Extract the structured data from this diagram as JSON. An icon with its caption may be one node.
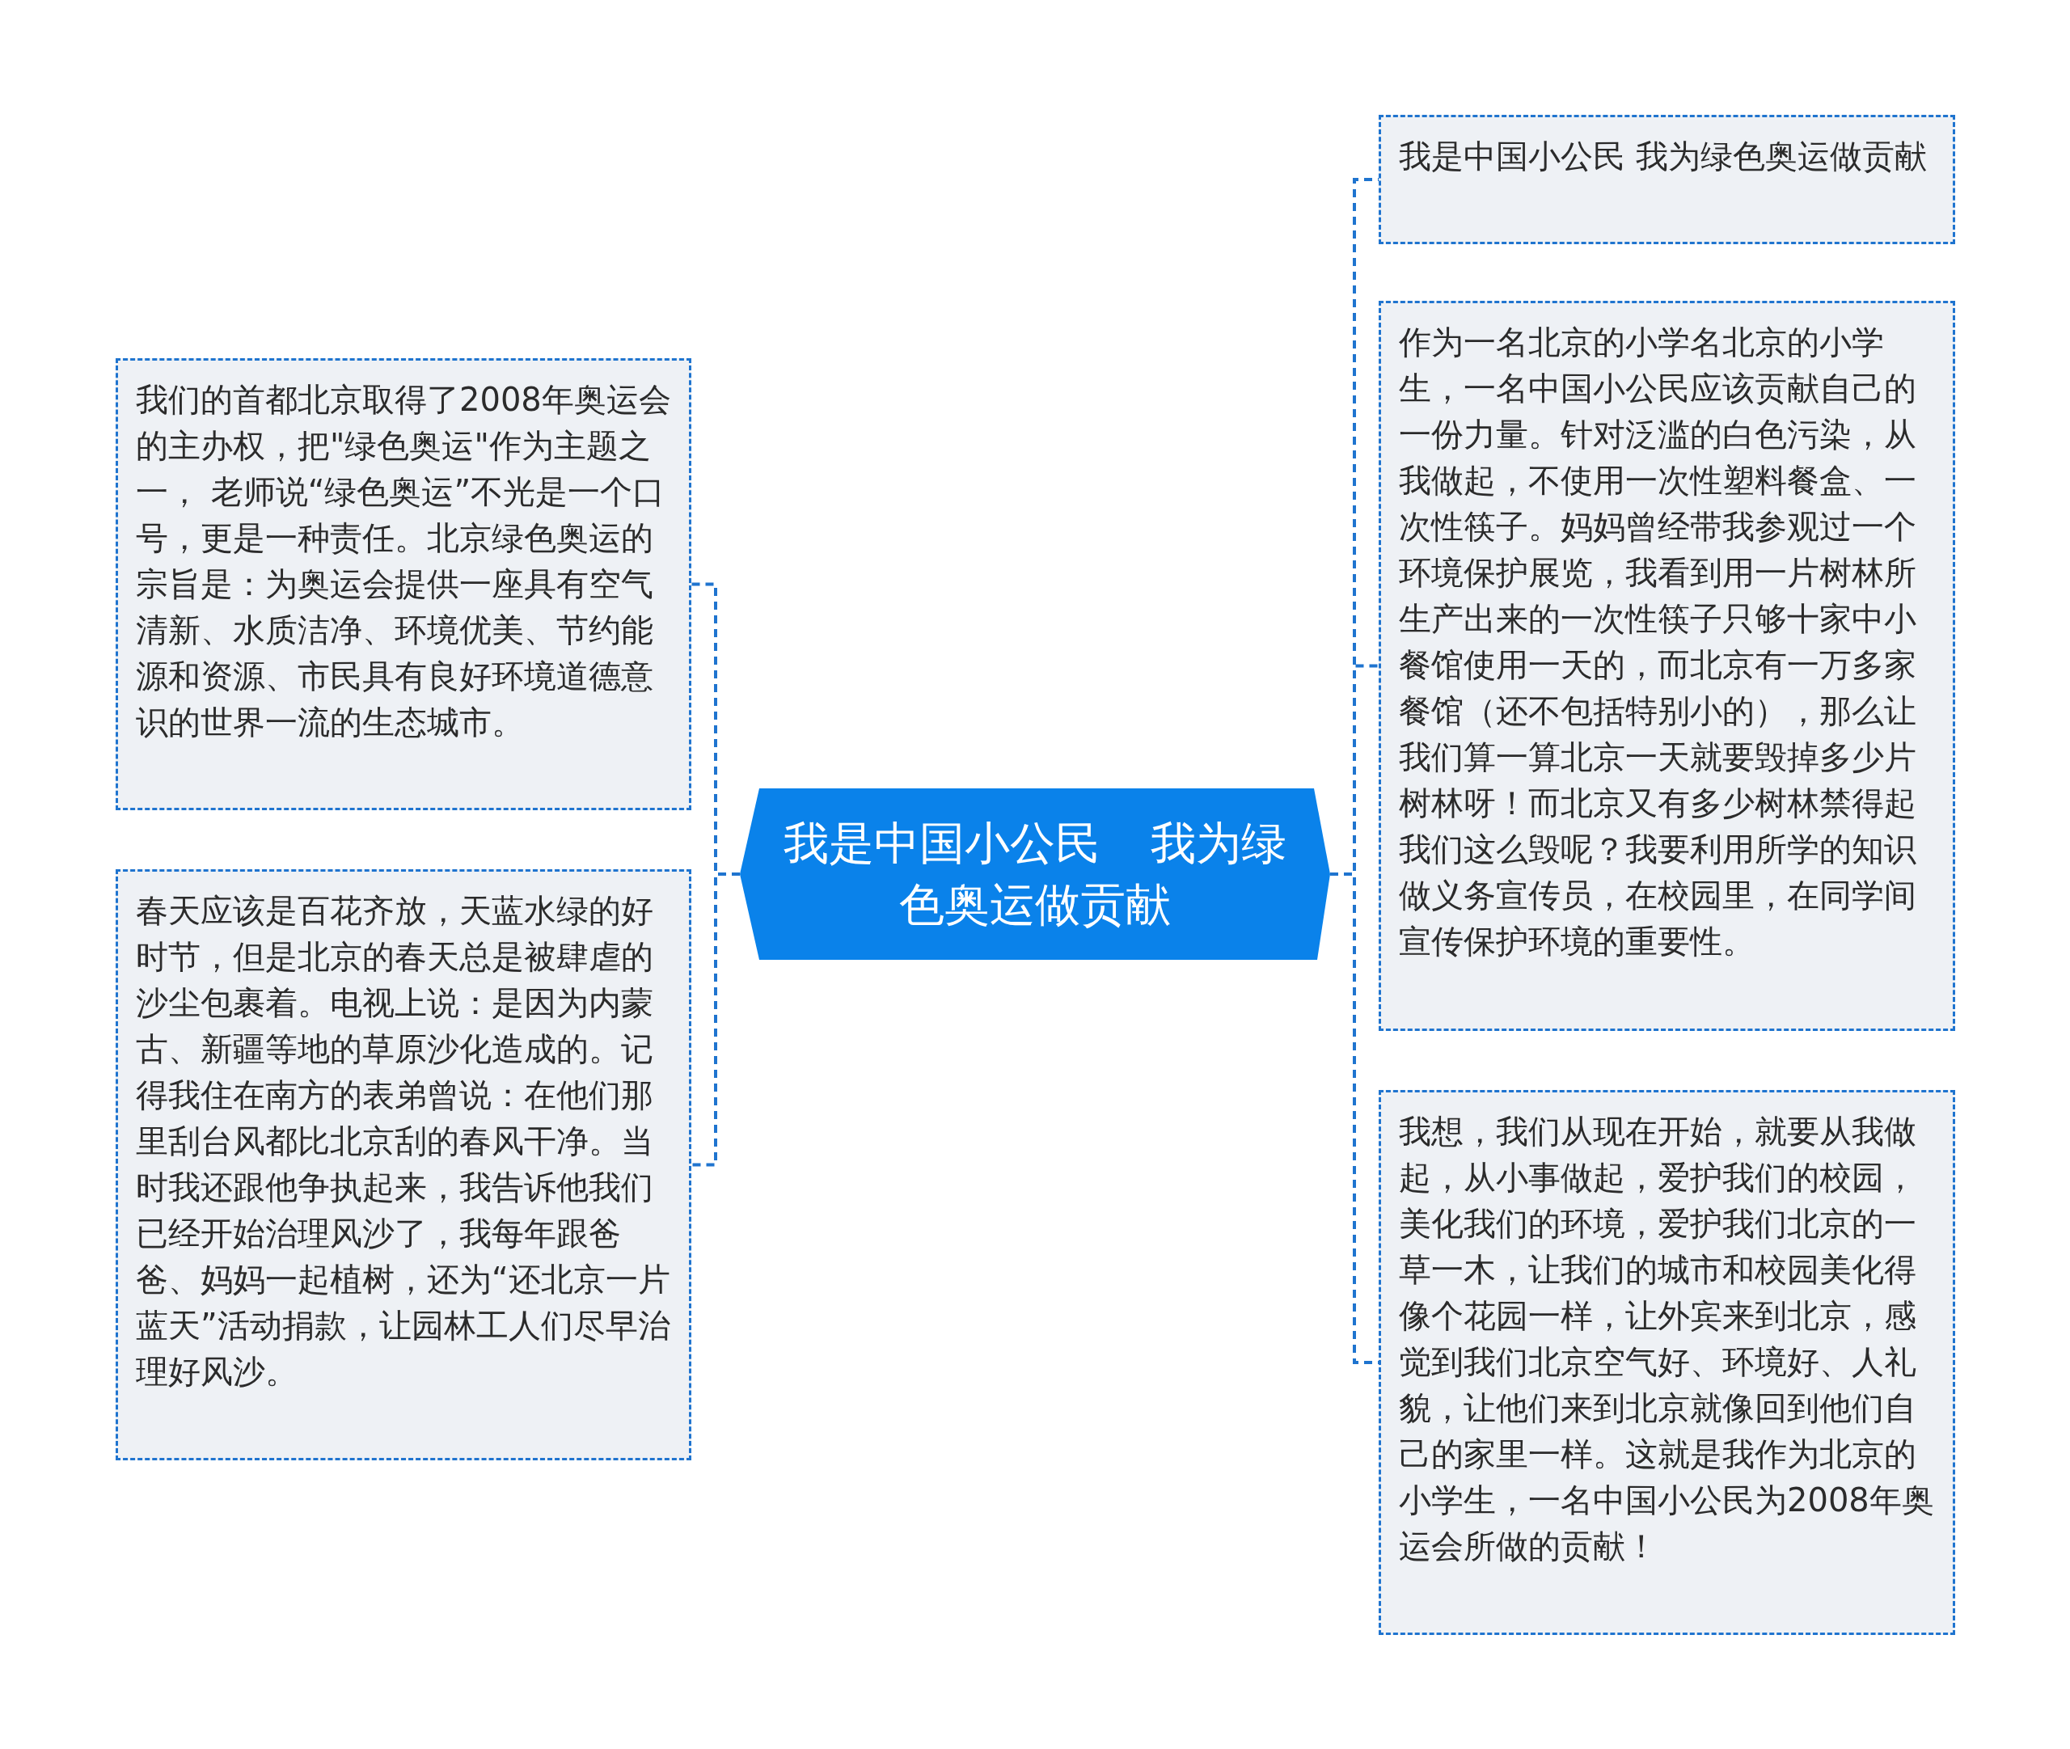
{
  "diagram": {
    "nodes": [
      {
        "text": [
          "我是中国小公民 我为绿色奥运做贡献"
        ]
      },
      {
        "text": [
          "我们的首都北京取得了2008年奥运会的主办权，把\"绿色奥运\"作为主题之一， 老师说“绿色奥运”不光是一个口号，更是一种责任。北京绿色奥运的宗旨是：为奥运会提供一座具有空气清新、水质洁净、环境优美、节约能源和资源、市民具有良好环境道德意识的世界一流的生态城市。"
        ]
      },
      {
        "text": [
          "春天应该是百花齐放，天蓝水绿的好时节，但是北京的春天总是被肆虐的沙尘包裹着。电视上说：是因为内蒙古、新疆等地的草原沙化造成的。记得我住在南方的表弟曾说：在他们那里刮台风都比北京刮的春风干净。当时我还跟他争执起来，我告诉他我们已经开始治理风沙了，我每年跟爸爸、妈妈一起植树，还为“还北京一片蓝天”活动捐款，让园林工人们尽早治理好风沙。"
        ]
      },
      {
        "text": [
          "我是中国小公民 我为绿色奥运做贡献"
        ]
      },
      {
        "text": [
          "作为一名北京的小学名北京的小学生，一名中国小公民应该贡献自己的一份力量。针对泛滥的白色污染，从我做起，不使用一次性塑料餐盒、一次性筷子。妈妈曾经带我参观过一个环境保护展览，我看到用一片树林所生产出来的一次性筷子只够十家中小餐馆使用一天的，而北京有一万多家餐馆（还不包括特别小的），那么让我们算一算北京一天就要毁掉多少片树林呀！而北京又有多少树林禁得起我们这么毁呢？我要利用所学的知识做义务宣传员，在校园里，在同学间宣传保护环境的重要性。"
        ]
      },
      {
        "text": [
          "我想，我们从现在开始，就要从我做起，从小事做起，爱护我们的校园，美化我们的环境，爱护我们北京的一草一木，让我们的城市和校园美化得像个花园一样，让外宾来到北京，感觉到我们北京空气好、环境好、人礼貌，让他们来到北京就像回到他们自己的家里一样。这就是我作为北京的小学生，一名中国小公民为2008年奥运会所做的贡献！"
        ]
      }
    ],
    "edges": [
      {
        "from": 0,
        "to": 1,
        "arrow": "none",
        "style": "dashed"
      },
      {
        "from": 0,
        "to": 2,
        "arrow": "none",
        "style": "dashed"
      },
      {
        "from": 0,
        "to": 3,
        "arrow": "none",
        "style": "dashed"
      },
      {
        "from": 0,
        "to": 4,
        "arrow": "none",
        "style": "dashed"
      },
      {
        "from": 0,
        "to": 5,
        "arrow": "none",
        "style": "dashed"
      }
    ]
  }
}
